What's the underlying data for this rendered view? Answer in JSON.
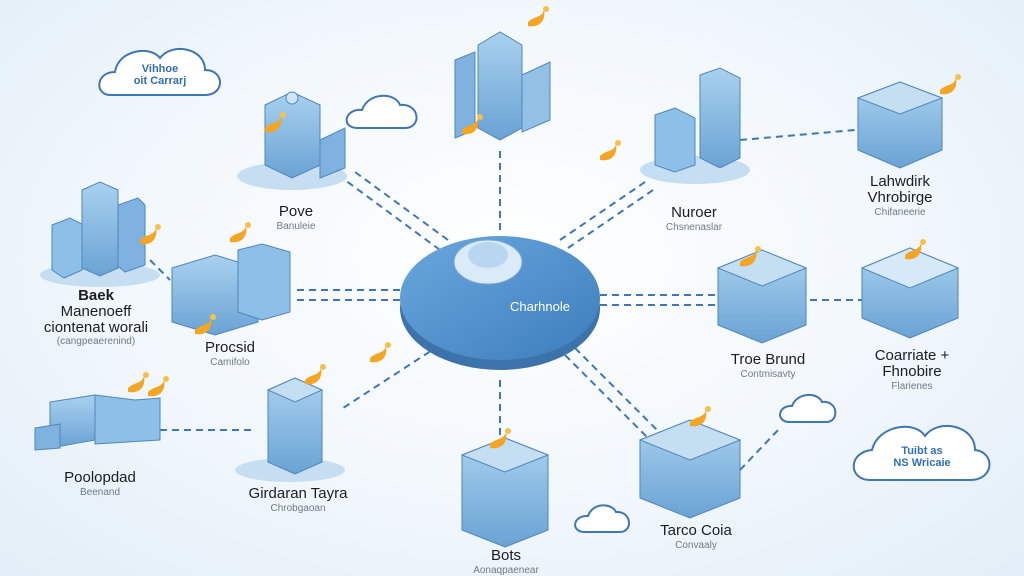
{
  "hub": {
    "label": "Charhnole"
  },
  "nodes": [
    {
      "id": "pove",
      "title": "Pove",
      "subtitle": "Banuleie"
    },
    {
      "id": "baek",
      "title": "Baek",
      "title2": "Manenoeff",
      "title3": "ciontenat worali",
      "subtitle": "(cangpeaerenind)"
    },
    {
      "id": "procsid",
      "title": "Procsid",
      "subtitle": "Camifolo"
    },
    {
      "id": "poolopdad",
      "title": "Poolopdad",
      "subtitle": "Beenand"
    },
    {
      "id": "girdaran",
      "title": "Girdaran Tayra",
      "subtitle": "Chrobgaoan"
    },
    {
      "id": "bots",
      "title": "Bots",
      "subtitle": "Aonaqpaenear"
    },
    {
      "id": "tarco",
      "title": "Tarco Coia",
      "subtitle": "Convaaly"
    },
    {
      "id": "troe",
      "title": "Troe Brund",
      "subtitle": "Contmisavty"
    },
    {
      "id": "coarriate",
      "title": "Coarriate +",
      "title2": "Fhnobire",
      "subtitle": "Flarienes"
    },
    {
      "id": "nuroer",
      "title": "Nuroer",
      "subtitle": "Chsnenaslar"
    },
    {
      "id": "lahwdirk",
      "title": "Lahwdirk",
      "title2": "Vhrobirge",
      "subtitle": "Chifaneerie"
    }
  ],
  "clouds": [
    {
      "id": "cloud-top-left",
      "line1": "Vihhoe",
      "line2": "oit Carrarj"
    },
    {
      "id": "cloud-bottom-right",
      "line1": "Tuibt as",
      "line2": "NS Wricaie"
    }
  ],
  "colors": {
    "hub": "#4f8fcb",
    "hub_light": "#6aa8dd",
    "building": "#8cc0e6",
    "building_dark": "#5d97c9",
    "line": "#3f76b4",
    "flame": "#f5a524"
  }
}
